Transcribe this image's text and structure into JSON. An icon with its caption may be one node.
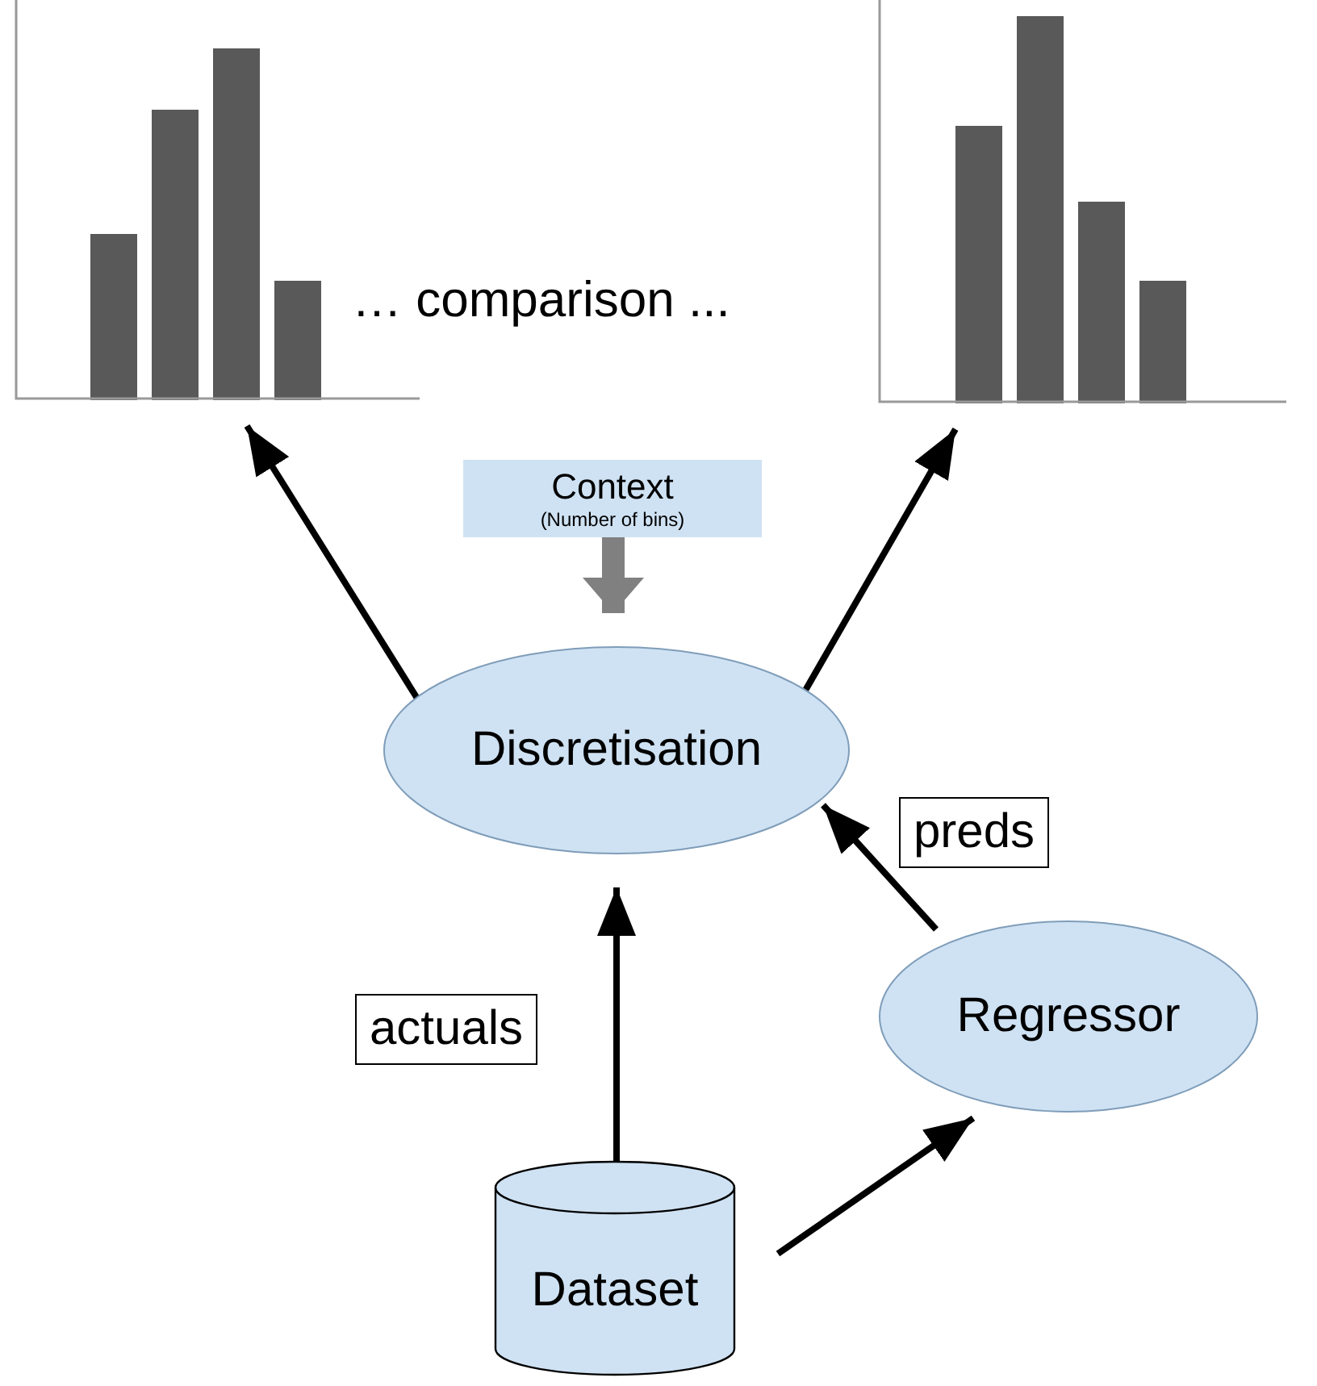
{
  "diagram": {
    "nodes": [
      {
        "text": [],
        "shape": "picture"
      },
      {
        "text": [],
        "shape": "picture"
      },
      {
        "text": [
          "Context",
          "(Number of bins)"
        ]
      },
      {
        "text": [
          "Discretisation"
        ]
      },
      {
        "text": [
          "Regressor"
        ]
      },
      {
        "text": [
          "Dataset"
        ]
      }
    ],
    "edges": [
      {
        "from": 3,
        "to": 0,
        "arrow": "to"
      },
      {
        "from": 3,
        "to": 1,
        "arrow": "to"
      },
      {
        "from": 2,
        "to": 3,
        "arrow": "to",
        "style": "thick",
        "color": "#808080"
      },
      {
        "from": 5,
        "to": 3,
        "arrow": "to",
        "label": "actuals"
      },
      {
        "from": 4,
        "to": 3,
        "arrow": "to",
        "label": "preds"
      },
      {
        "from": 5,
        "to": 4,
        "arrow": "to"
      }
    ],
    "labels": [
      "… comparison ..."
    ]
  }
}
